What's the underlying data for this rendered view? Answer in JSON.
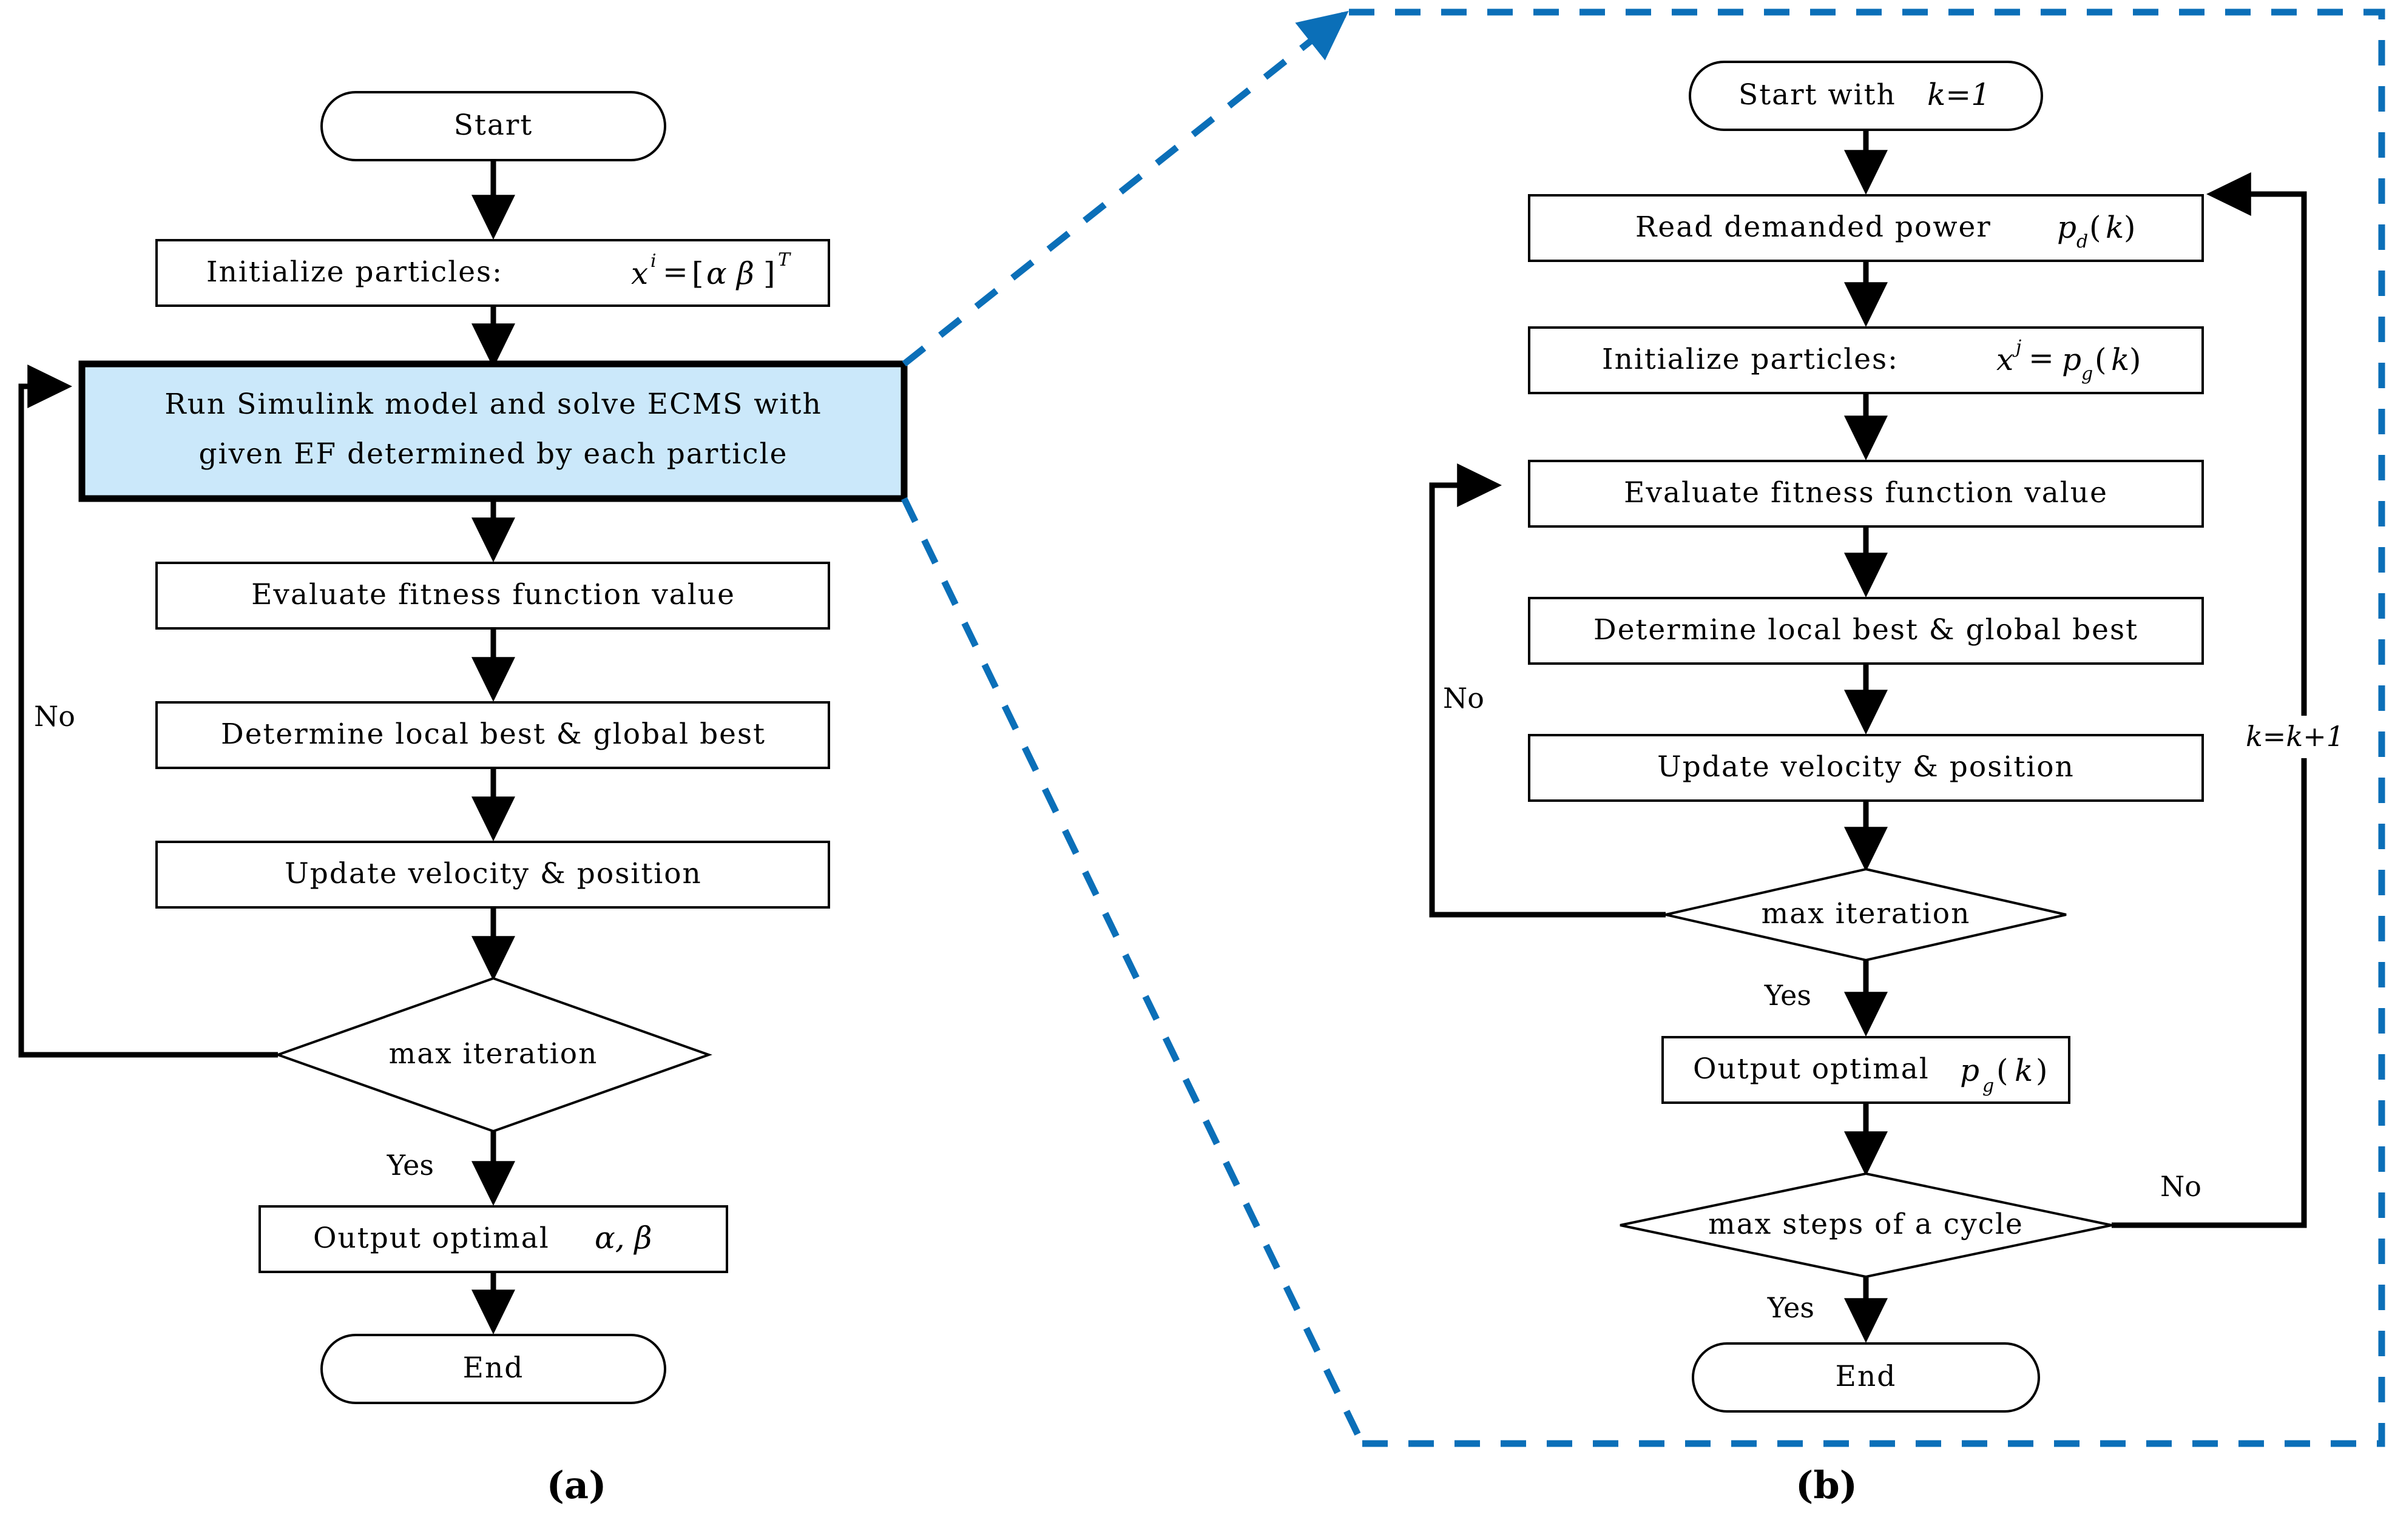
{
  "figure": {
    "type": "flowchart",
    "panels": [
      {
        "id": "a",
        "caption": "(a)",
        "title_note": "Offline PSO optimization of ECMS equivalence factor via Simulink",
        "nodes": [
          {
            "key": "start",
            "shape": "terminator",
            "text": "Start"
          },
          {
            "key": "init",
            "shape": "process",
            "text": "Initialize particles:",
            "math": "x^i = [alpha beta]^T",
            "math_parts": {
              "base": "x",
              "sup": "i",
              "eq": "=",
              "bracket_open": "[",
              "g1": "α",
              "g2": "β",
              "bracket_close": "]",
              "sup2": "T"
            }
          },
          {
            "key": "simulink",
            "shape": "process-highlight",
            "highlight_color": "#cbe8fa",
            "text_line1": "Run Simulink model and solve ECMS with",
            "text_line2": "given EF determined by each particle"
          },
          {
            "key": "evaluate",
            "shape": "process",
            "text": "Evaluate fitness function value"
          },
          {
            "key": "determine",
            "shape": "process",
            "text": "Determine local best & global best"
          },
          {
            "key": "update",
            "shape": "process",
            "text": "Update velocity & position"
          },
          {
            "key": "maxiter",
            "shape": "decision",
            "text": "max iteration"
          },
          {
            "key": "output",
            "shape": "process",
            "text": "Output optimal",
            "math": "α, β"
          },
          {
            "key": "end",
            "shape": "terminator",
            "text": "End"
          }
        ],
        "edge_labels": [
          {
            "key": "no",
            "text": "No",
            "from": "maxiter",
            "to": "simulink"
          },
          {
            "key": "yes",
            "text": "Yes",
            "from": "maxiter",
            "to": "output"
          }
        ]
      },
      {
        "id": "b",
        "caption": "(b)",
        "title_note": "Online PSO-based power split over a driving cycle",
        "nodes": [
          {
            "key": "start",
            "shape": "terminator",
            "text": "Start with",
            "math": "k=1"
          },
          {
            "key": "readpower",
            "shape": "process",
            "text": "Read demanded power",
            "math": "p_d(k)",
            "math_parts": {
              "base": "p",
              "sub": "d",
              "paren_open": "(",
              "arg": "k",
              "paren_close": ")"
            }
          },
          {
            "key": "init",
            "shape": "process",
            "text": "Initialize particles:",
            "math": "x^j = p_g(k)",
            "math_parts": {
              "base": "x",
              "sup": "j",
              "eq": "=",
              "base2": "p",
              "sub2": "g",
              "paren_open": "(",
              "arg": "k",
              "paren_close": ")"
            }
          },
          {
            "key": "evaluate",
            "shape": "process",
            "text": "Evaluate fitness function value"
          },
          {
            "key": "determine",
            "shape": "process",
            "text": "Determine local best & global best"
          },
          {
            "key": "update",
            "shape": "process",
            "text": "Update velocity & position"
          },
          {
            "key": "maxiter",
            "shape": "decision",
            "text": "max iteration"
          },
          {
            "key": "output",
            "shape": "process",
            "text": "Output optimal",
            "math": "p_g(k)",
            "math_parts": {
              "base": "p",
              "sub": "g",
              "paren_open": "(",
              "arg": "k",
              "paren_close": ")"
            }
          },
          {
            "key": "maxsteps",
            "shape": "decision",
            "text": "max steps of a cycle"
          },
          {
            "key": "end",
            "shape": "terminator",
            "text": "End"
          }
        ],
        "edge_labels": [
          {
            "key": "no-iter",
            "text": "No",
            "from": "maxiter",
            "to": "evaluate"
          },
          {
            "key": "yes-iter",
            "text": "Yes",
            "from": "maxiter",
            "to": "output"
          },
          {
            "key": "no-steps",
            "text": "No",
            "from": "maxsteps",
            "to": "readpower"
          },
          {
            "key": "yes-steps",
            "text": "Yes",
            "from": "maxsteps",
            "to": "end"
          },
          {
            "key": "increment",
            "text": "k=k+1",
            "from": "maxsteps",
            "to": "readpower"
          }
        ]
      }
    ],
    "connector": {
      "style": "dashed",
      "color": "#0b6fb8",
      "meaning": "zoom-in from highlighted Simulink block in (a) to detailed flow in (b)"
    },
    "colors": {
      "highlight_fill": "#cbe8fa",
      "connector_blue": "#0b6fb8",
      "stroke": "#000000",
      "background": "#ffffff"
    }
  }
}
